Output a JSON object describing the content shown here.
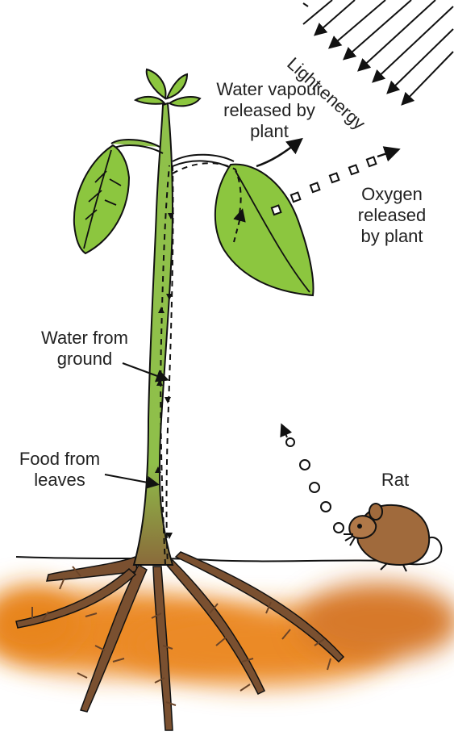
{
  "labels": {
    "water_vapour": [
      "Water vapour",
      "released by",
      "plant"
    ],
    "oxygen": [
      "Oxygen",
      "released",
      "by plant"
    ],
    "light": "Light energy",
    "water_from_ground": [
      "Water from",
      "ground"
    ],
    "food_from_leaves": [
      "Food from",
      "leaves"
    ],
    "rat": "Rat"
  },
  "colors": {
    "leaf": "#8cc63f",
    "leaf_dark": "#6aa82a",
    "stem": "#8fbf4a",
    "root": "#7a5030",
    "soil": "#e8851e",
    "rat": "#a06a3c",
    "line": "#111111"
  }
}
